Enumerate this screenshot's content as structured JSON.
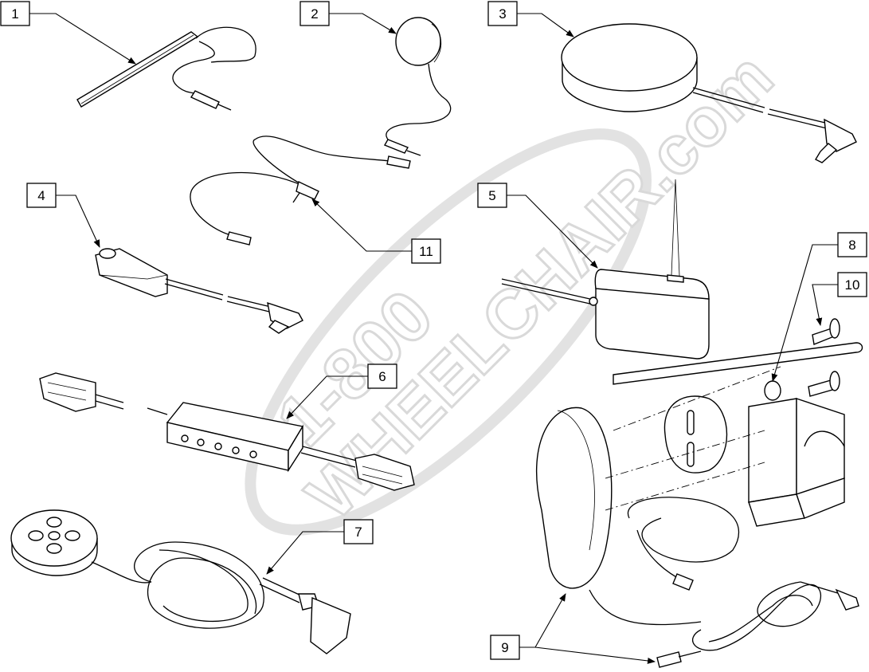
{
  "watermark": {
    "line1": "1-800",
    "line2": "WHEELCHAIR.com"
  },
  "callouts": [
    {
      "label": "1"
    },
    {
      "label": "2"
    },
    {
      "label": "3"
    },
    {
      "label": "4"
    },
    {
      "label": "5"
    },
    {
      "label": "6"
    },
    {
      "label": "7"
    },
    {
      "label": "8"
    },
    {
      "label": "9"
    },
    {
      "label": "10"
    },
    {
      "label": "11"
    }
  ]
}
